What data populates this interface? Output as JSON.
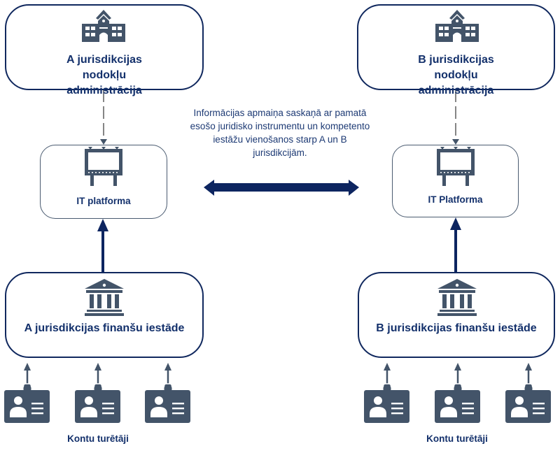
{
  "colors": {
    "primary_navy": "#0d2560",
    "icon_slate": "#435469",
    "text_navy": "#13306b"
  },
  "left": {
    "tax_admin": {
      "label": "A jurisdikcijas nodokļu administrācija",
      "icon": "school-building-icon"
    },
    "it_platform": {
      "label": "IT platforma",
      "icon": "billboard-icon"
    },
    "financial_institution": {
      "label": "A jurisdikcijas finanšu iestāde",
      "icon": "bank-icon"
    },
    "account_holders": {
      "label": "Kontu turētāji",
      "icon": "id-badge-icon",
      "count": 3
    }
  },
  "right": {
    "tax_admin": {
      "label": "B jurisdikcijas nodokļu administrācija",
      "icon": "school-building-icon"
    },
    "it_platform": {
      "label": "IT Platforma",
      "icon": "billboard-icon"
    },
    "financial_institution": {
      "label": "B jurisdikcijas finanšu iestāde",
      "icon": "bank-icon"
    },
    "account_holders": {
      "label": "Kontu turētāji",
      "icon": "id-badge-icon",
      "count": 3
    }
  },
  "center": {
    "exchange_text": "Informācijas apmaiņa saskaņā ar pamatā esošo juridisko instrumentu un kompetento iestāžu vienošanos starp A un B jurisdikcijām.",
    "arrow": "double-headed-arrow"
  }
}
